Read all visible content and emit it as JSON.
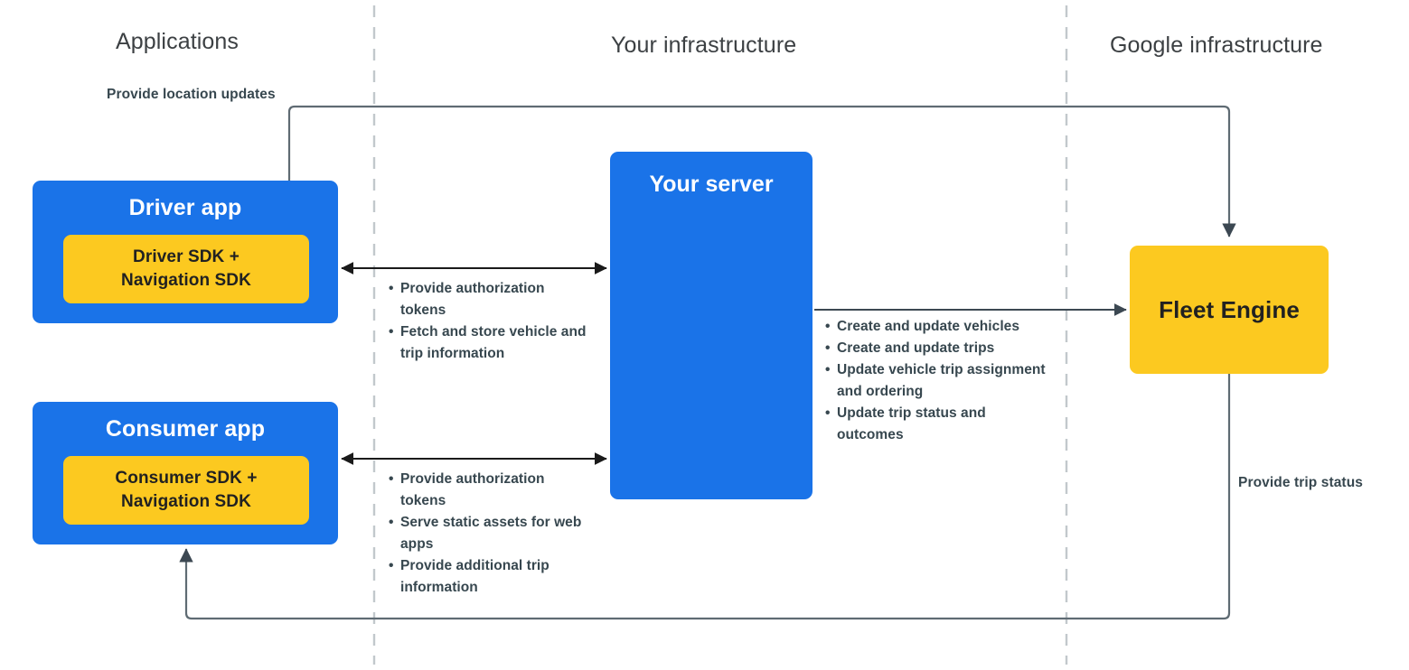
{
  "columns": [
    {
      "id": "applications",
      "label": "Applications"
    },
    {
      "id": "your-infrastructure",
      "label": "Your infrastructure"
    },
    {
      "id": "google-infrastructure",
      "label": "Google infrastructure"
    }
  ],
  "nodes": {
    "driver_app": {
      "title": "Driver app",
      "sdk_line1": "Driver SDK +",
      "sdk_line2": "Navigation SDK"
    },
    "consumer_app": {
      "title": "Consumer app",
      "sdk_line1": "Consumer SDK +",
      "sdk_line2": "Navigation SDK"
    },
    "server": {
      "title": "Your server"
    },
    "fleet_engine": {
      "title": "Fleet Engine"
    }
  },
  "edges": {
    "location_updates": {
      "label": "Provide location updates",
      "from": "driver_app",
      "to": "fleet_engine",
      "direction": "one-way"
    },
    "trip_status": {
      "label": "Provide trip status",
      "from": "fleet_engine",
      "to": "consumer_app",
      "direction": "one-way"
    },
    "driver_server": {
      "from": "driver_app",
      "to": "server",
      "direction": "two-way",
      "bullets": [
        "Provide authorization tokens",
        "Fetch and store vehicle and trip information"
      ]
    },
    "consumer_server": {
      "from": "consumer_app",
      "to": "server",
      "direction": "two-way",
      "bullets": [
        "Provide authorization tokens",
        "Serve static assets for web apps",
        "Provide additional trip information"
      ]
    },
    "server_fleet": {
      "from": "server",
      "to": "fleet_engine",
      "direction": "one-way",
      "bullets": [
        "Create and update vehicles",
        "Create and update trips",
        "Update vehicle trip assignment and ordering",
        "Update trip status and outcomes"
      ]
    }
  },
  "colors": {
    "app_blue": "#1a73e8",
    "sdk_yellow": "#fcc920",
    "heading_gray": "#3c4043",
    "label_gray": "#37474f",
    "connector_gray": "#5f6b73",
    "divider_gray": "#c2c8cc"
  }
}
